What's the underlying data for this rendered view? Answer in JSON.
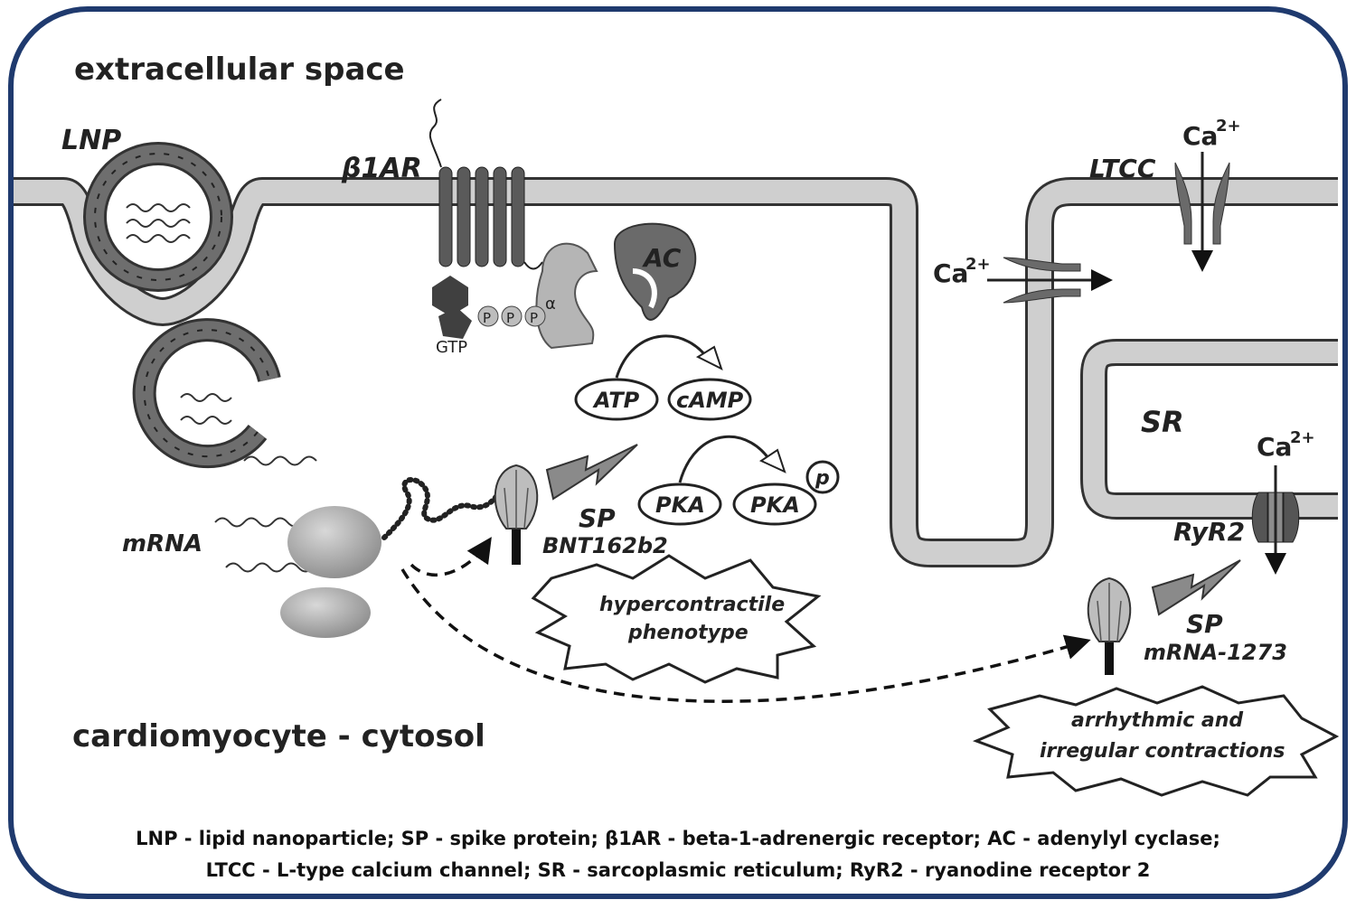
{
  "regions": {
    "extracellular": "extracellular space",
    "cytosol": "cardiomyocyte - cytosol"
  },
  "labels": {
    "lnp": "LNP",
    "b1ar": "β1AR",
    "ac": "AC",
    "alpha": "α",
    "p": "P",
    "gtp": "GTP",
    "atp": "ATP",
    "camp": "cAMP",
    "pka": "PKA",
    "pka_p": "PKA",
    "p_small": "p",
    "mrna": "mRNA",
    "sp1": "SP",
    "bnt": "BNT162b2",
    "ltcc": "LTCC",
    "ca": "Ca",
    "ca_sup": "2+",
    "sr": "SR",
    "ryr2": "RyR2",
    "sp2": "SP",
    "mrna1273": "mRNA-1273"
  },
  "outcomes": {
    "hyper_line1": "hypercontractile",
    "hyper_line2": "phenotype",
    "arr_line1": "arrhythmic and",
    "arr_line2": "irregular contractions"
  },
  "legend": {
    "line1": "LNP - lipid nanoparticle; SP - spike protein; β1AR - beta-1-adrenergic receptor; AC - adenylyl cyclase;",
    "line2": "LTCC - L-type calcium channel; SR - sarcoplasmic reticulum; RyR2 - ryanodine receptor 2"
  },
  "colors": {
    "frame": "#1f3a6e",
    "membrane": "#c8c8c8",
    "dark_gray": "#606060",
    "mid_gray": "#9a9a9a",
    "light_gray": "#bdbdbd"
  }
}
